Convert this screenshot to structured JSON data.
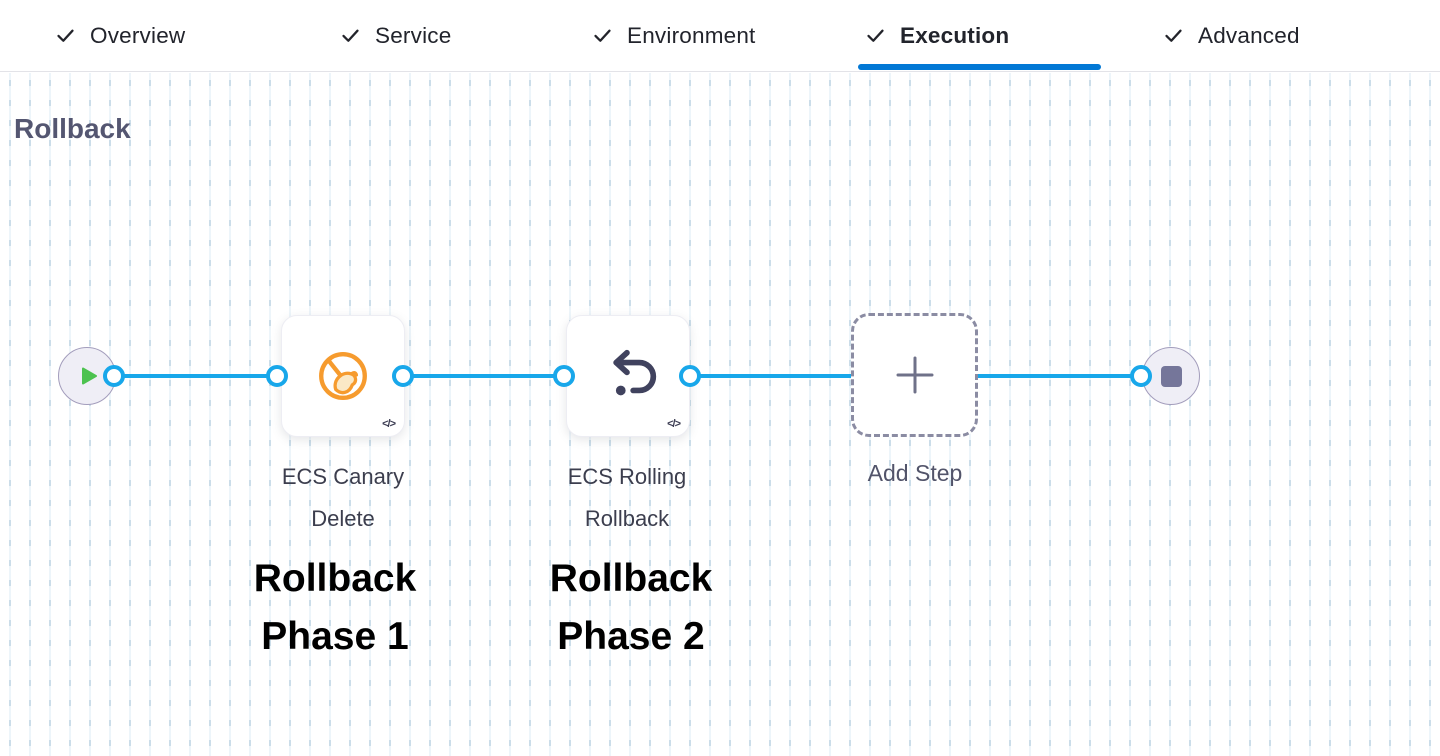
{
  "tabs": {
    "items": [
      {
        "label": "Overview",
        "checked": true,
        "active": false
      },
      {
        "label": "Service",
        "checked": true,
        "active": false
      },
      {
        "label": "Environment",
        "checked": true,
        "active": false
      },
      {
        "label": "Execution",
        "checked": true,
        "active": true
      },
      {
        "label": "Advanced",
        "checked": true,
        "active": false
      }
    ]
  },
  "section": {
    "title": "Rollback"
  },
  "pipeline": {
    "start_node": {
      "icon": "play-icon"
    },
    "steps": [
      {
        "label": "ECS Canary Delete",
        "icon": "canary-delete-icon",
        "code_badge": "</>",
        "annotation": "Rollback Phase 1"
      },
      {
        "label": "ECS Rolling Rollback",
        "icon": "rolling-rollback-icon",
        "code_badge": "</>",
        "annotation": "Rollback Phase 2"
      }
    ],
    "add_step": {
      "label": "Add Step",
      "icon": "plus-icon"
    },
    "end_node": {
      "icon": "stop-icon"
    }
  },
  "colors": {
    "connector_blue": "#18a7ea",
    "active_tab_underline": "#0278d5",
    "canary_orange": "#f69b2e",
    "rollback_icon_slate": "#40425e",
    "play_green": "#4cc24f",
    "stop_gray": "#75769a",
    "node_circle_fill": "#efeef6",
    "grid_dash": "#cbdde9",
    "annotation_text": "#000000"
  }
}
